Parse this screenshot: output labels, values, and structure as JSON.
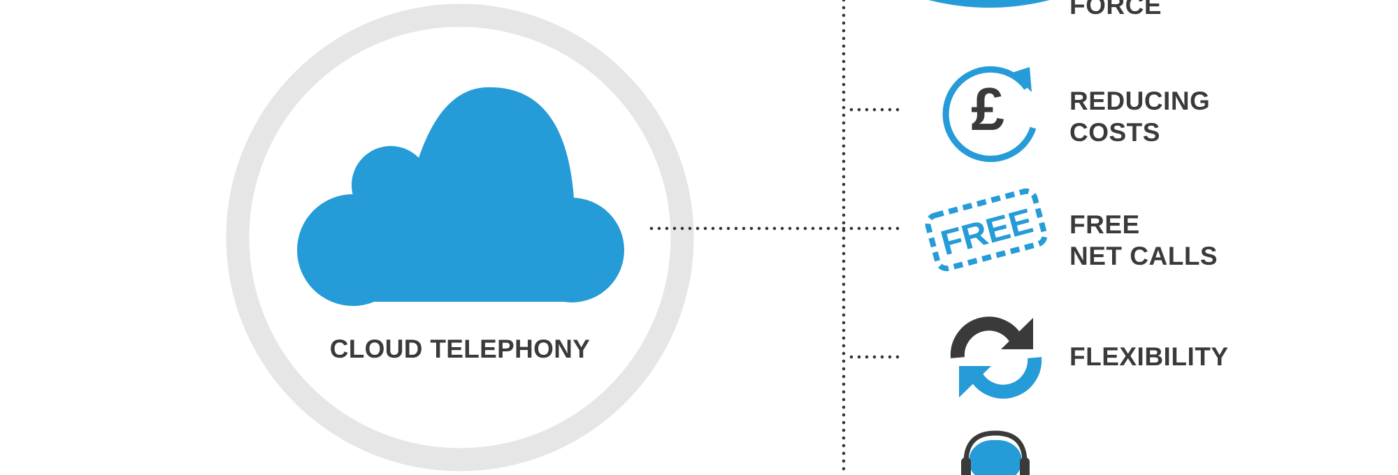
{
  "colors": {
    "accent": "#259bd7",
    "text": "#3a3a3a",
    "ring": "#e6e6e6",
    "connector": "#333333"
  },
  "hub": {
    "title": "CLOUD TELEPHONY",
    "icon": "cloud-icon"
  },
  "benefits": [
    {
      "lines": [
        "FORCE"
      ],
      "icon": "partial-blue-icon"
    },
    {
      "lines": [
        "REDUCING",
        "COSTS"
      ],
      "icon": "pound-refresh-icon"
    },
    {
      "lines": [
        "FREE",
        "NET CALLS"
      ],
      "icon": "free-stamp-icon",
      "stamp_text": "FREE"
    },
    {
      "lines": [
        "FLEXIBILITY"
      ],
      "icon": "sync-arrows-icon"
    },
    {
      "lines": [],
      "icon": "headset-icon"
    }
  ]
}
